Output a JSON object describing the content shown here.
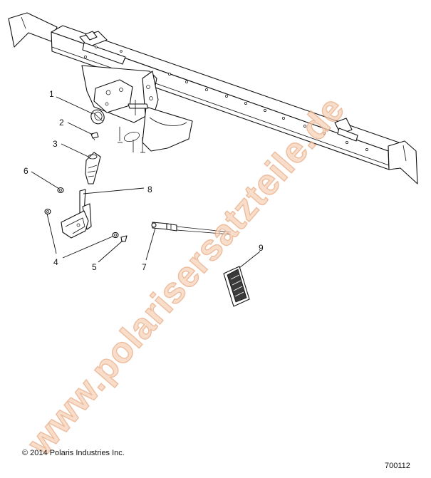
{
  "callouts": [
    {
      "label": "1"
    },
    {
      "label": "2"
    },
    {
      "label": "3"
    },
    {
      "label": "4"
    },
    {
      "label": "5"
    },
    {
      "label": "6"
    },
    {
      "label": "7"
    },
    {
      "label": "8"
    },
    {
      "label": "9"
    }
  ],
  "watermark": "www.polarisersatzteile.de",
  "footer": {
    "copyright": "© 2014 Polaris Industries Inc.",
    "drawing_number": "700112"
  },
  "colors": {
    "line": "#111111",
    "watermark_fill": "#f6d2ba",
    "watermark_outline": "#e7a77d",
    "background": "#ffffff"
  }
}
